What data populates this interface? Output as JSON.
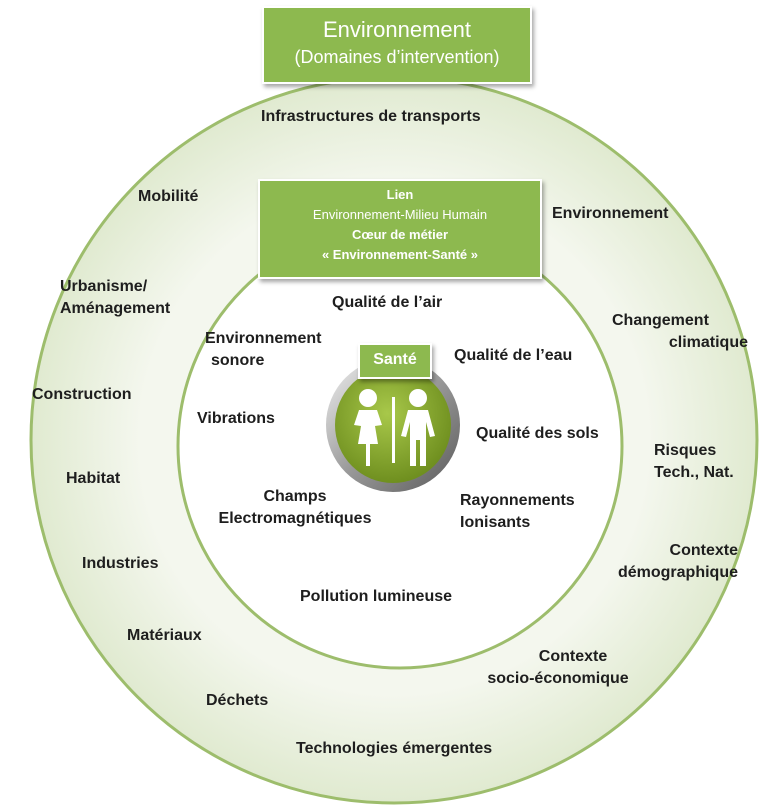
{
  "header": {
    "title": "Environnement",
    "subtitle": "(Domaines d’intervention)"
  },
  "center_box": {
    "line1": "Lien",
    "line2": "Environnement-Milieu Humain",
    "line3": "Cœur de métier",
    "line4": "« Environnement-Santé »"
  },
  "core": {
    "label": "Santé",
    "icon": "people-icon"
  },
  "outer_ring": {
    "transport": "Infrastructures de transports",
    "mobilite": "Mobilité",
    "environnement": "Environnement",
    "urbanisme_1": "Urbanisme/",
    "urbanisme_2": "Aménagement",
    "changement_1": "Changement",
    "changement_2": "climatique",
    "construction": "Construction",
    "risques_1": "Risques",
    "risques_2": "Tech., Nat.",
    "habitat": "Habitat",
    "contexte_demo_1": "Contexte",
    "contexte_demo_2": "démographique",
    "industries": "Industries",
    "materiaux": "Matériaux",
    "contexte_socio_1": "Contexte",
    "contexte_socio_2": "socio-économique",
    "dechets": "Déchets",
    "technologies": "Technologies émergentes"
  },
  "inner_ring": {
    "air": "Qualité de l’air",
    "sonore_1": "Environnement",
    "sonore_2": "sonore",
    "eau": "Qualité de l’eau",
    "vibrations": "Vibrations",
    "sols": "Qualité des sols",
    "champs_1": "Champs",
    "champs_2": "Electromagnétiques",
    "rayonnements_1": "Rayonnements",
    "rayonnements_2": "Ionisants",
    "lumineuse": "Pollution lumineuse"
  },
  "colors": {
    "green": "#8db94f",
    "ring_fill": "#eaf0df",
    "ring_stroke": "#9dbd6c",
    "icon_bg": "#8bab2f"
  }
}
